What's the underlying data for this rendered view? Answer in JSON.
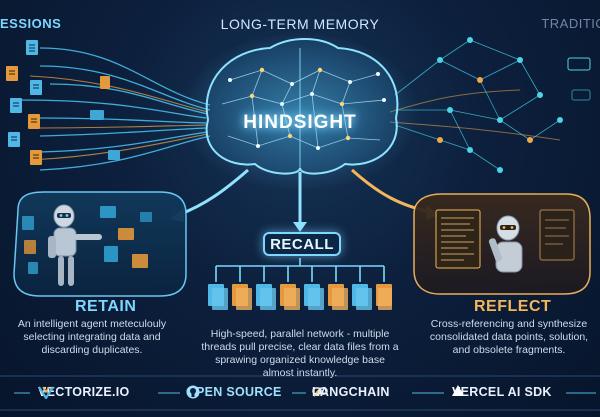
{
  "headers": {
    "sessions": "ESSIONS",
    "long_term_memory": "LONG-TERM MEMORY",
    "traditional": "TRADITIO"
  },
  "center": {
    "hindsight": "HINDSIGHT",
    "recall": "RECALL"
  },
  "sections": {
    "retain": {
      "title": "RETAIN",
      "description": "An intelligent agent meteculouly selecting integrating data and discarding duplicates."
    },
    "recall": {
      "description": "High-speed, parallel network - multiple threads pull precise, clear data files from a sprawing organized knowledge base almost instantly."
    },
    "reflect": {
      "title": "REFLECT",
      "description": "Cross-referencing and synthesize consolidated data points, solution, and obsolete fragments."
    }
  },
  "footer": {
    "vectorize": "VECTORIZE.IO",
    "open_source": "OPEN SOURCE",
    "langchain": "LANGCHAIN",
    "vercel": "VERCEL AI SDK"
  },
  "colors": {
    "cyan": "#7fd6ff",
    "orange": "#f4b65a",
    "background": "#0c1f3c"
  },
  "icons": [
    "document-icon",
    "brain-icon",
    "robot-icon",
    "github-icon",
    "parrot-icon",
    "link-icon",
    "triangle-icon",
    "vectorize-logo-icon"
  ]
}
